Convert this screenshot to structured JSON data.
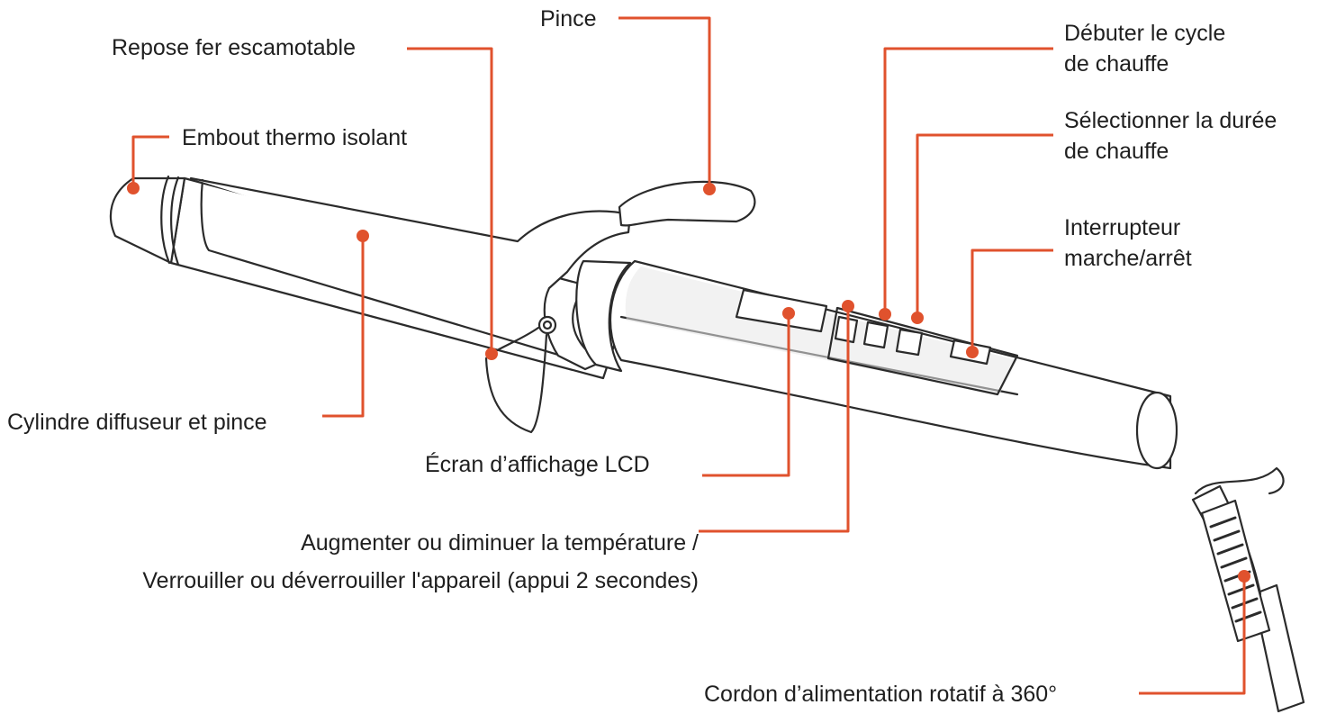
{
  "colors": {
    "callout": "#e0522d",
    "outline": "#2b2b2b",
    "text": "#1f1f1f",
    "background": "#ffffff"
  },
  "labels": {
    "pince": "Pince",
    "repose_fer": "Repose fer escamotable",
    "embout": "Embout thermo isolant",
    "debuter_1": "Débuter le cycle",
    "debuter_2": "de chauffe",
    "selectionner_1": "Sélectionner la durée",
    "selectionner_2": "de chauffe",
    "interrupteur_1": "Interrupteur",
    "interrupteur_2": "marche/arrêt",
    "cylindre": "Cylindre diffuseur et pince",
    "ecran": "Écran d’affichage LCD",
    "augmenter_1": "Augmenter ou diminuer la température /",
    "augmenter_2": "Verrouiller ou déverrouiller l'appareil (appui 2 secondes)",
    "cordon": "Cordon d’alimentation rotatif à 360°"
  }
}
